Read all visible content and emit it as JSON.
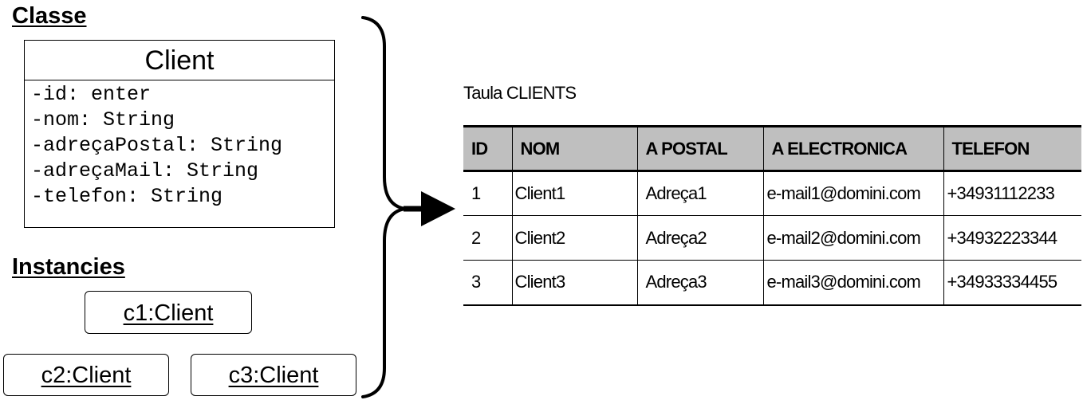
{
  "headings": {
    "classe": "Classe",
    "instancies": "Instancies"
  },
  "uml_class": {
    "name": "Client",
    "attributes": [
      "-id: enter",
      "-nom: String",
      "-adreçaPostal: String",
      "-adreçaMail: String",
      "-telefon: String"
    ]
  },
  "instances": [
    "c1:Client",
    "c2:Client",
    "c3:Client"
  ],
  "table": {
    "title": "Taula CLIENTS",
    "headers": [
      "ID",
      "NOM",
      "A POSTAL",
      "A ELECTRONICA",
      "TELEFON"
    ],
    "header_bg": "#bfbfbf",
    "rows": [
      [
        "1",
        "Client1",
        "Adreça1",
        "e-mail1@domini.com",
        "+34931112233"
      ],
      [
        "2",
        "Client2",
        "Adreça2",
        "e-mail2@domini.com",
        "+34932223344"
      ],
      [
        "3",
        "Client3",
        "Adreça3",
        "e-mail3@domini.com",
        "+34933334455"
      ]
    ]
  }
}
